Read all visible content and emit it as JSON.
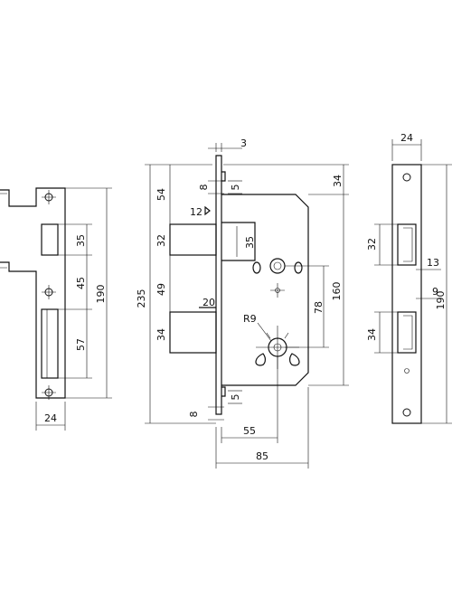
{
  "dimensions": {
    "strike_left": {
      "d35": "35",
      "d45": "45",
      "d57": "57",
      "d190": "190",
      "d24": "24"
    },
    "lock_body": {
      "d3": "3",
      "d8_top": "8",
      "d5_top": "5",
      "d54": "54",
      "d34": "34",
      "d12": "12",
      "d32": "32",
      "d35": "35",
      "d49": "49",
      "d20": "20",
      "d235": "235",
      "d78": "78",
      "d160": "160",
      "r9": "R9",
      "d34_lower": "34",
      "d8_bottom": "8",
      "d5_bottom": "5",
      "d55": "55",
      "d85": "85"
    },
    "faceplate_right": {
      "d24": "24",
      "d32": "32",
      "d13": "13",
      "d9": "9",
      "d34": "34",
      "d190": "190"
    }
  },
  "colors": {
    "line": "#111111",
    "background": "#ffffff"
  }
}
